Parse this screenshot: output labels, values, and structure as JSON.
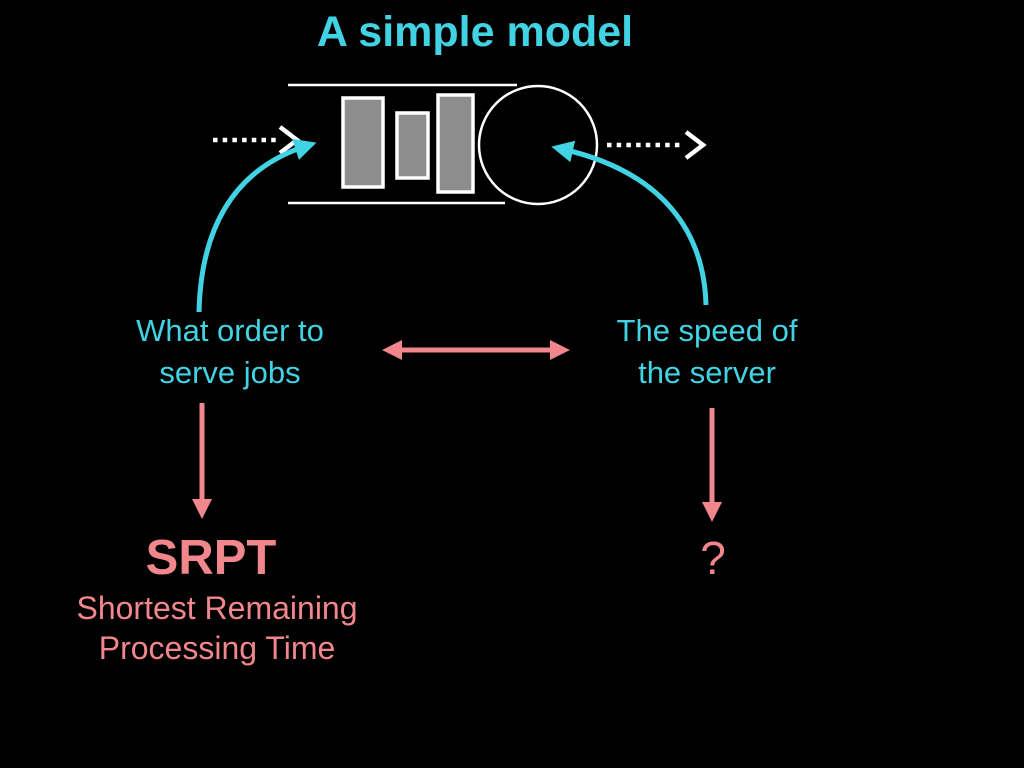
{
  "slide": {
    "title": "A simple model",
    "colors": {
      "background": "#000000",
      "cyan": "#41d3e3",
      "pink": "#f1868d",
      "job_gray": "#8d8d8d",
      "line_white": "#ffffff"
    },
    "labels": {
      "order": "What order to\nserve jobs",
      "speed": "The speed of\nthe server",
      "srpt_acronym": "SRPT",
      "srpt_full": "Shortest Remaining\nProcessing Time",
      "question_mark": "?"
    },
    "diagram": {
      "queue_icon": "queue-with-jobs",
      "server_icon": "server-circle",
      "arrival_icon": "dashed-arrow-in",
      "departure_icon": "dashed-arrow-out",
      "job_count": 3
    }
  }
}
